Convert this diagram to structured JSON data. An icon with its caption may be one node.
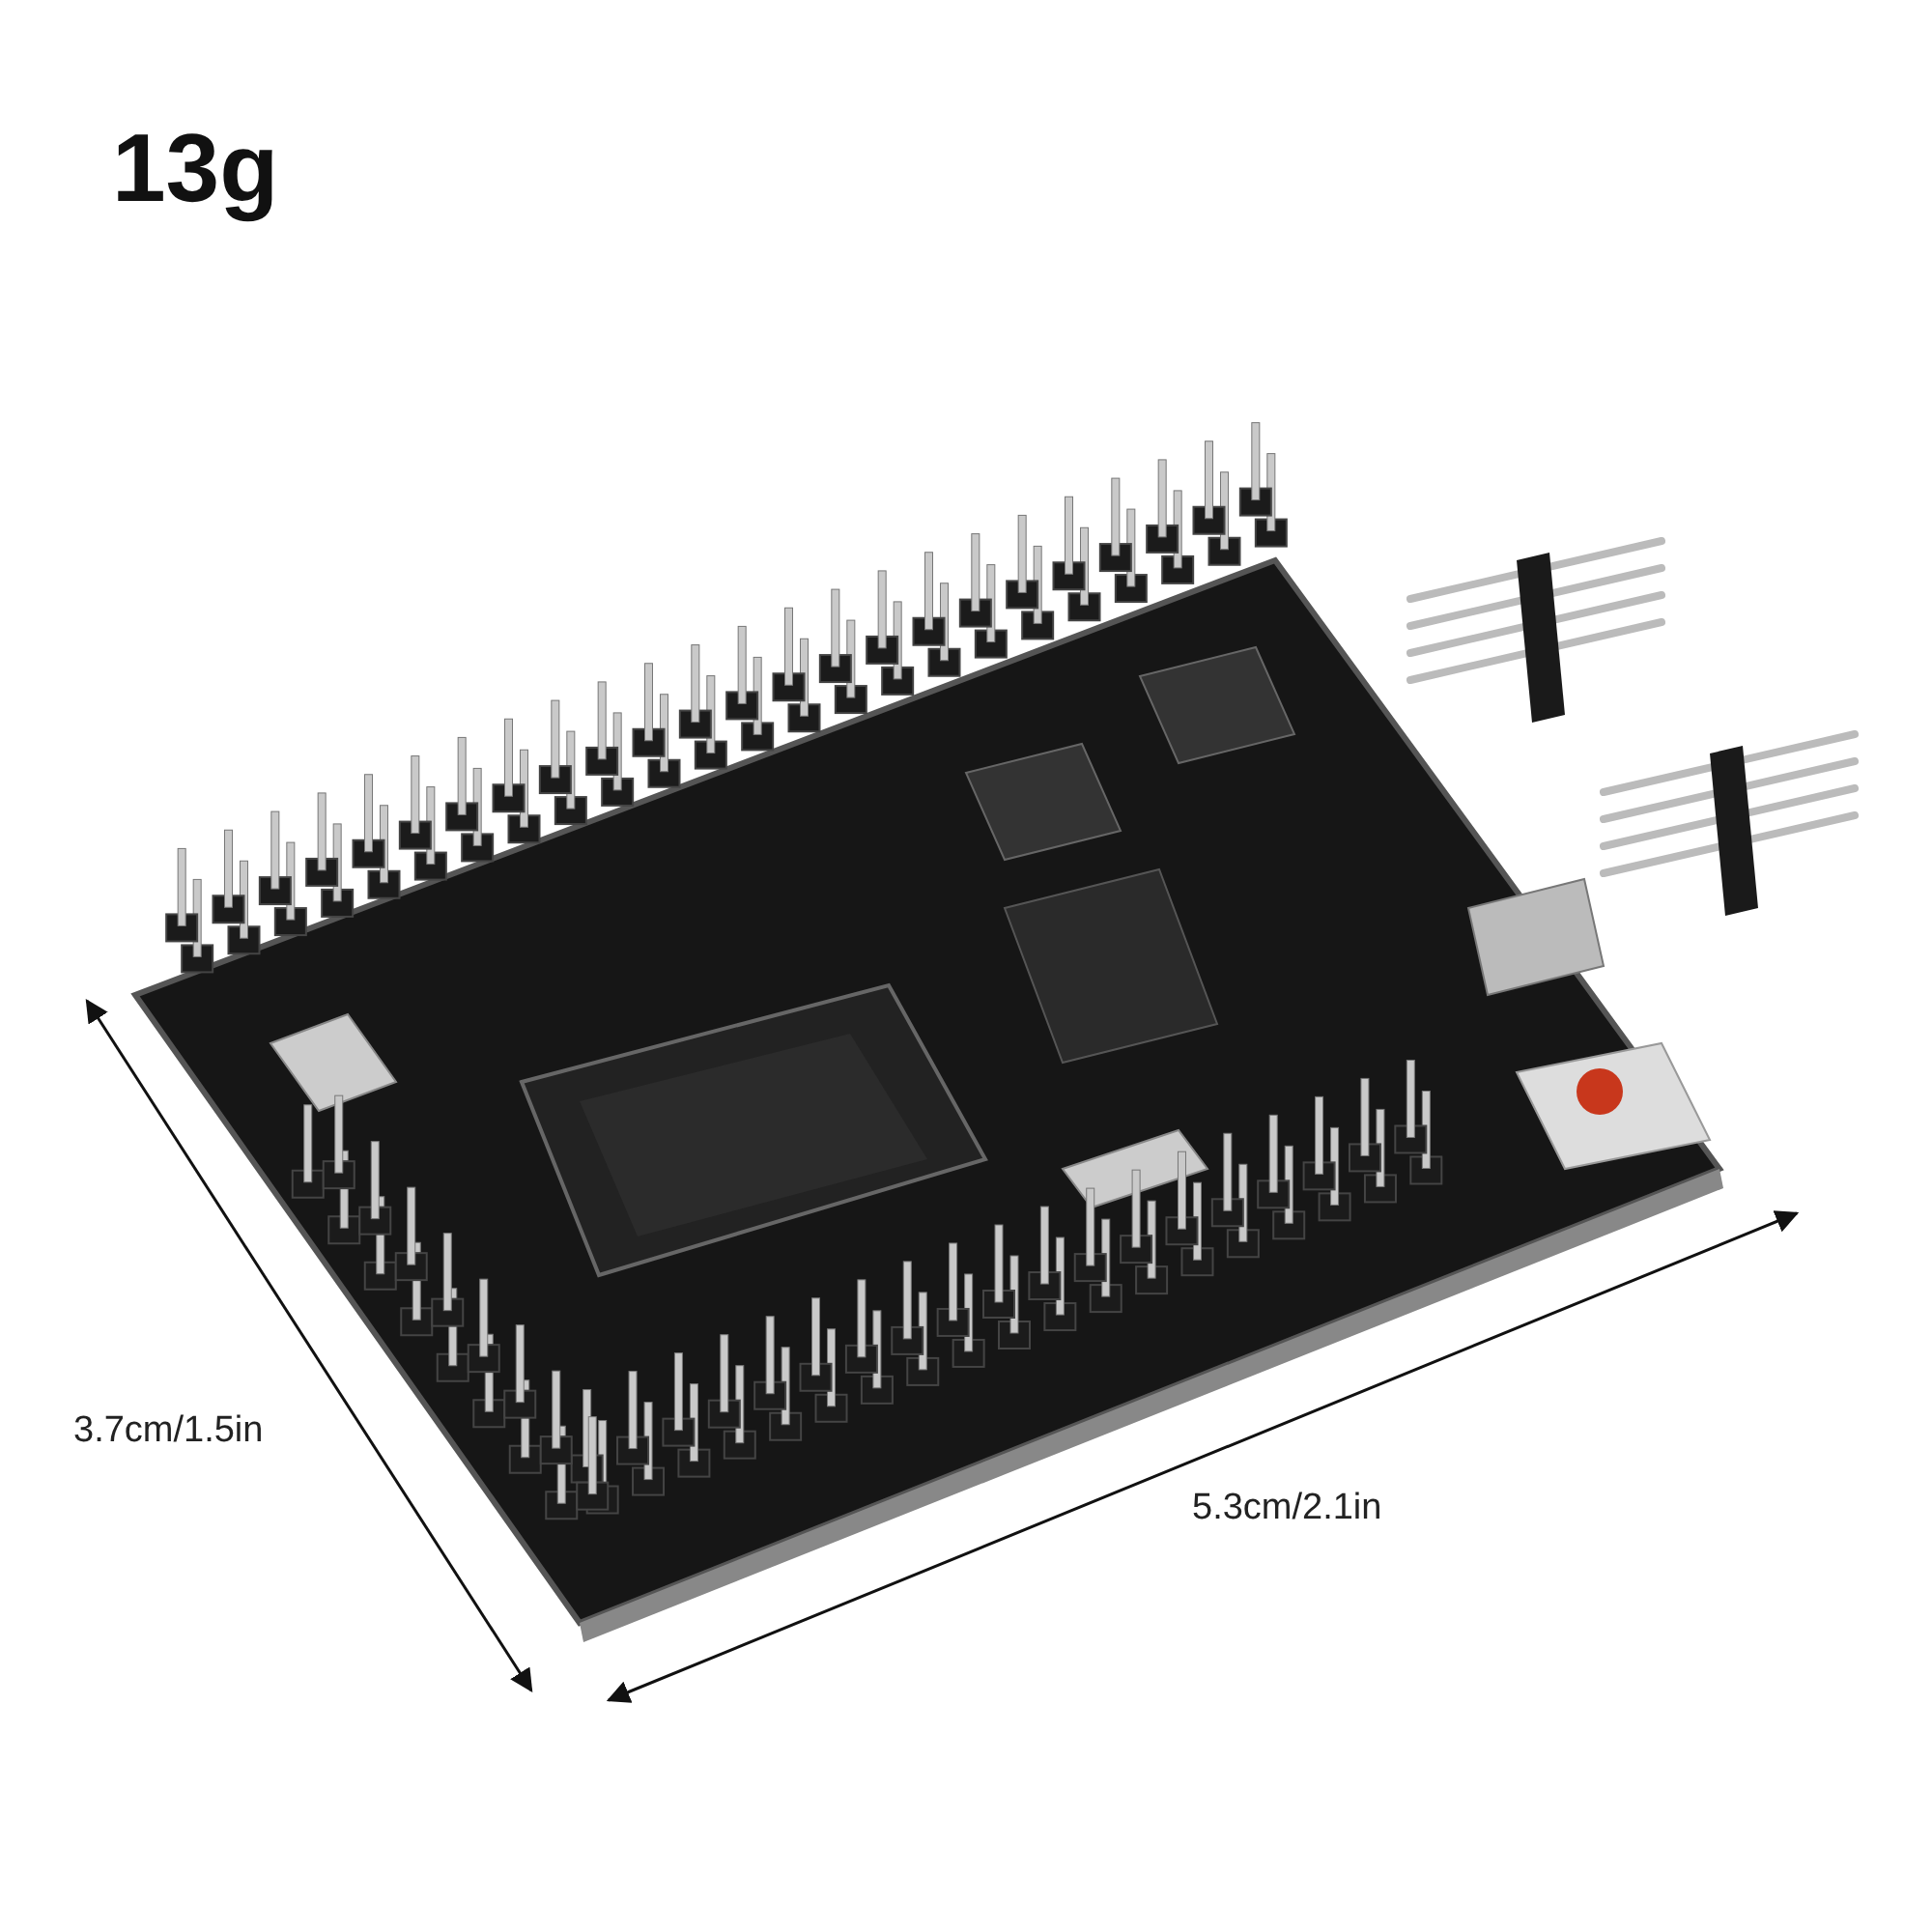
{
  "diagram": {
    "title": "13g",
    "labels": [
      "3.7cm/1.5in",
      "5.3cm/2.1in"
    ]
  }
}
